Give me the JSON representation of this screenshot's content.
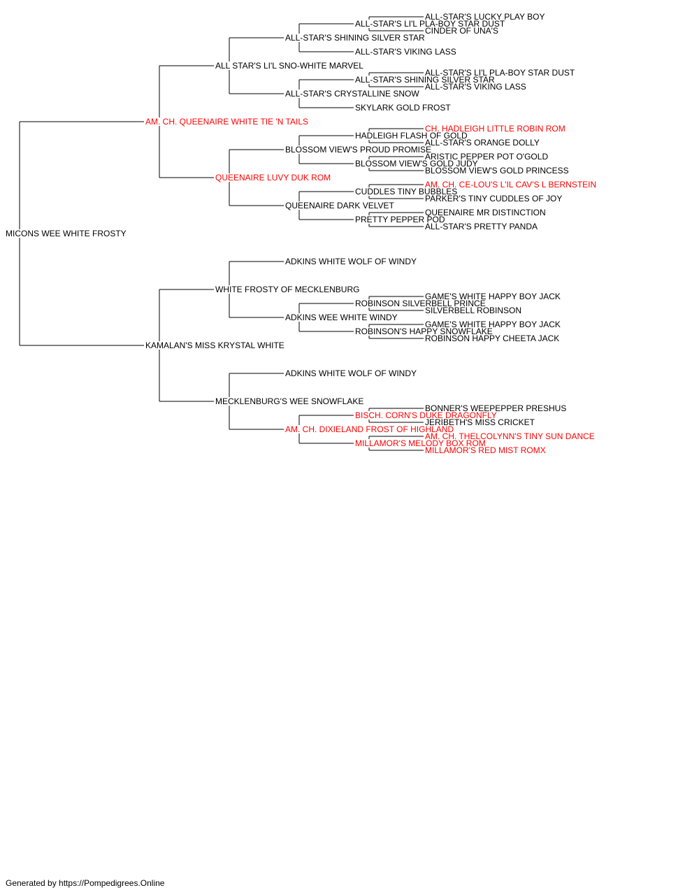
{
  "colors": {
    "normal": "#000000",
    "champion": "#ff0000",
    "line": "#000000"
  },
  "subject": {
    "name": "MICONS WEE WHITE FROSTY",
    "hl": false
  },
  "sire": {
    "name": "AM. CH. QUEENAIRE WHITE TIE 'N TAILS",
    "hl": true
  },
  "dam": {
    "name": "KAMALAN'S MISS KRYSTAL WHITE",
    "hl": false
  },
  "gen2": [
    {
      "name": "ALL STAR'S LI'L SNO-WHITE MARVEL",
      "hl": false
    },
    {
      "name": "QUEENAIRE LUVY DUK ROM",
      "hl": true
    },
    {
      "name": "WHITE FROSTY OF MECKLENBURG",
      "hl": false
    },
    {
      "name": "MECKLENBURG'S WEE SNOWFLAKE",
      "hl": false
    }
  ],
  "gen3": [
    {
      "name": "ALL-STAR'S SHINING SILVER STAR",
      "hl": false
    },
    {
      "name": "ALL-STAR'S CRYSTALLINE SNOW",
      "hl": false
    },
    {
      "name": "BLOSSOM VIEW'S PROUD PROMISE",
      "hl": false
    },
    {
      "name": "QUEENAIRE DARK VELVET",
      "hl": false
    },
    {
      "name": "ADKINS WHITE WOLF OF WINDY",
      "hl": false
    },
    {
      "name": "ADKINS WEE WHITE WINDY",
      "hl": false
    },
    {
      "name": "ADKINS WHITE WOLF OF WINDY",
      "hl": false
    },
    {
      "name": "AM. CH. DIXIELAND FROST OF HIGHLAND",
      "hl": true
    }
  ],
  "gen4": [
    {
      "name": "ALL-STAR'S LI'L PLA-BOY STAR DUST",
      "hl": false
    },
    {
      "name": "ALL-STAR'S VIKING LASS",
      "hl": false
    },
    {
      "name": "ALL-STAR'S SHINING SILVER STAR",
      "hl": false
    },
    {
      "name": "SKYLARK GOLD FROST",
      "hl": false
    },
    {
      "name": "HADLEIGH FLASH OF GOLD",
      "hl": false
    },
    {
      "name": "BLOSSOM VIEW'S GOLD JUDY",
      "hl": false
    },
    {
      "name": "CUDDLES TINY BUBBLES",
      "hl": false
    },
    {
      "name": "PRETTY PEPPER POD",
      "hl": false
    },
    null,
    null,
    {
      "name": "ROBINSON SILVERBELL PRINCE",
      "hl": false
    },
    {
      "name": "ROBINSON'S HAPPY SNOWFLAKE",
      "hl": false
    },
    null,
    null,
    {
      "name": "BISCH. CORN'S DUKE DRAGONFLY",
      "hl": true
    },
    {
      "name": "MILLAMOR'S MELODY BOX ROM",
      "hl": true
    }
  ],
  "gen5": [
    {
      "name": "ALL-STAR'S LUCKY PLAY BOY",
      "hl": false
    },
    {
      "name": "CINDER OF UNA'S",
      "hl": false
    },
    null,
    null,
    {
      "name": "ALL-STAR'S LI'L PLA-BOY STAR DUST",
      "hl": false
    },
    {
      "name": "ALL-STAR'S VIKING LASS",
      "hl": false
    },
    null,
    null,
    {
      "name": "CH. HADLEIGH LITTLE ROBIN ROM",
      "hl": true
    },
    {
      "name": "ALL-STAR'S ORANGE DOLLY",
      "hl": false
    },
    {
      "name": "ARISTIC PEPPER POT O'GOLD",
      "hl": false
    },
    {
      "name": "BLOSSOM VIEW'S GOLD PRINCESS",
      "hl": false
    },
    {
      "name": "AM. CH. CE-LOU'S L'IL CAV'S L BERNSTEIN",
      "hl": true
    },
    {
      "name": "PARKER'S TINY CUDDLES OF JOY",
      "hl": false
    },
    {
      "name": "QUEENAIRE MR DISTINCTION",
      "hl": false
    },
    {
      "name": "ALL-STAR'S PRETTY PANDA",
      "hl": false
    },
    null,
    null,
    null,
    null,
    {
      "name": "GAME'S WHITE HAPPY BOY JACK",
      "hl": false
    },
    {
      "name": "SILVERBELL ROBINSON",
      "hl": false
    },
    {
      "name": "GAME'S WHITE HAPPY BOY JACK",
      "hl": false
    },
    {
      "name": "ROBINSON HAPPY CHEETA JACK",
      "hl": false
    },
    null,
    null,
    null,
    null,
    {
      "name": "BONNER'S WEEPEPPER PRESHUS",
      "hl": false
    },
    {
      "name": "JERIBETH'S MISS CRICKET",
      "hl": false
    },
    {
      "name": "AM. CH. THELCOLYNN'S TINY SUN DANCE",
      "hl": true
    },
    {
      "name": "MILLAMOR'S RED MIST ROMX",
      "hl": true
    }
  ],
  "footer": "Generated by https://Pompedigrees.Online"
}
